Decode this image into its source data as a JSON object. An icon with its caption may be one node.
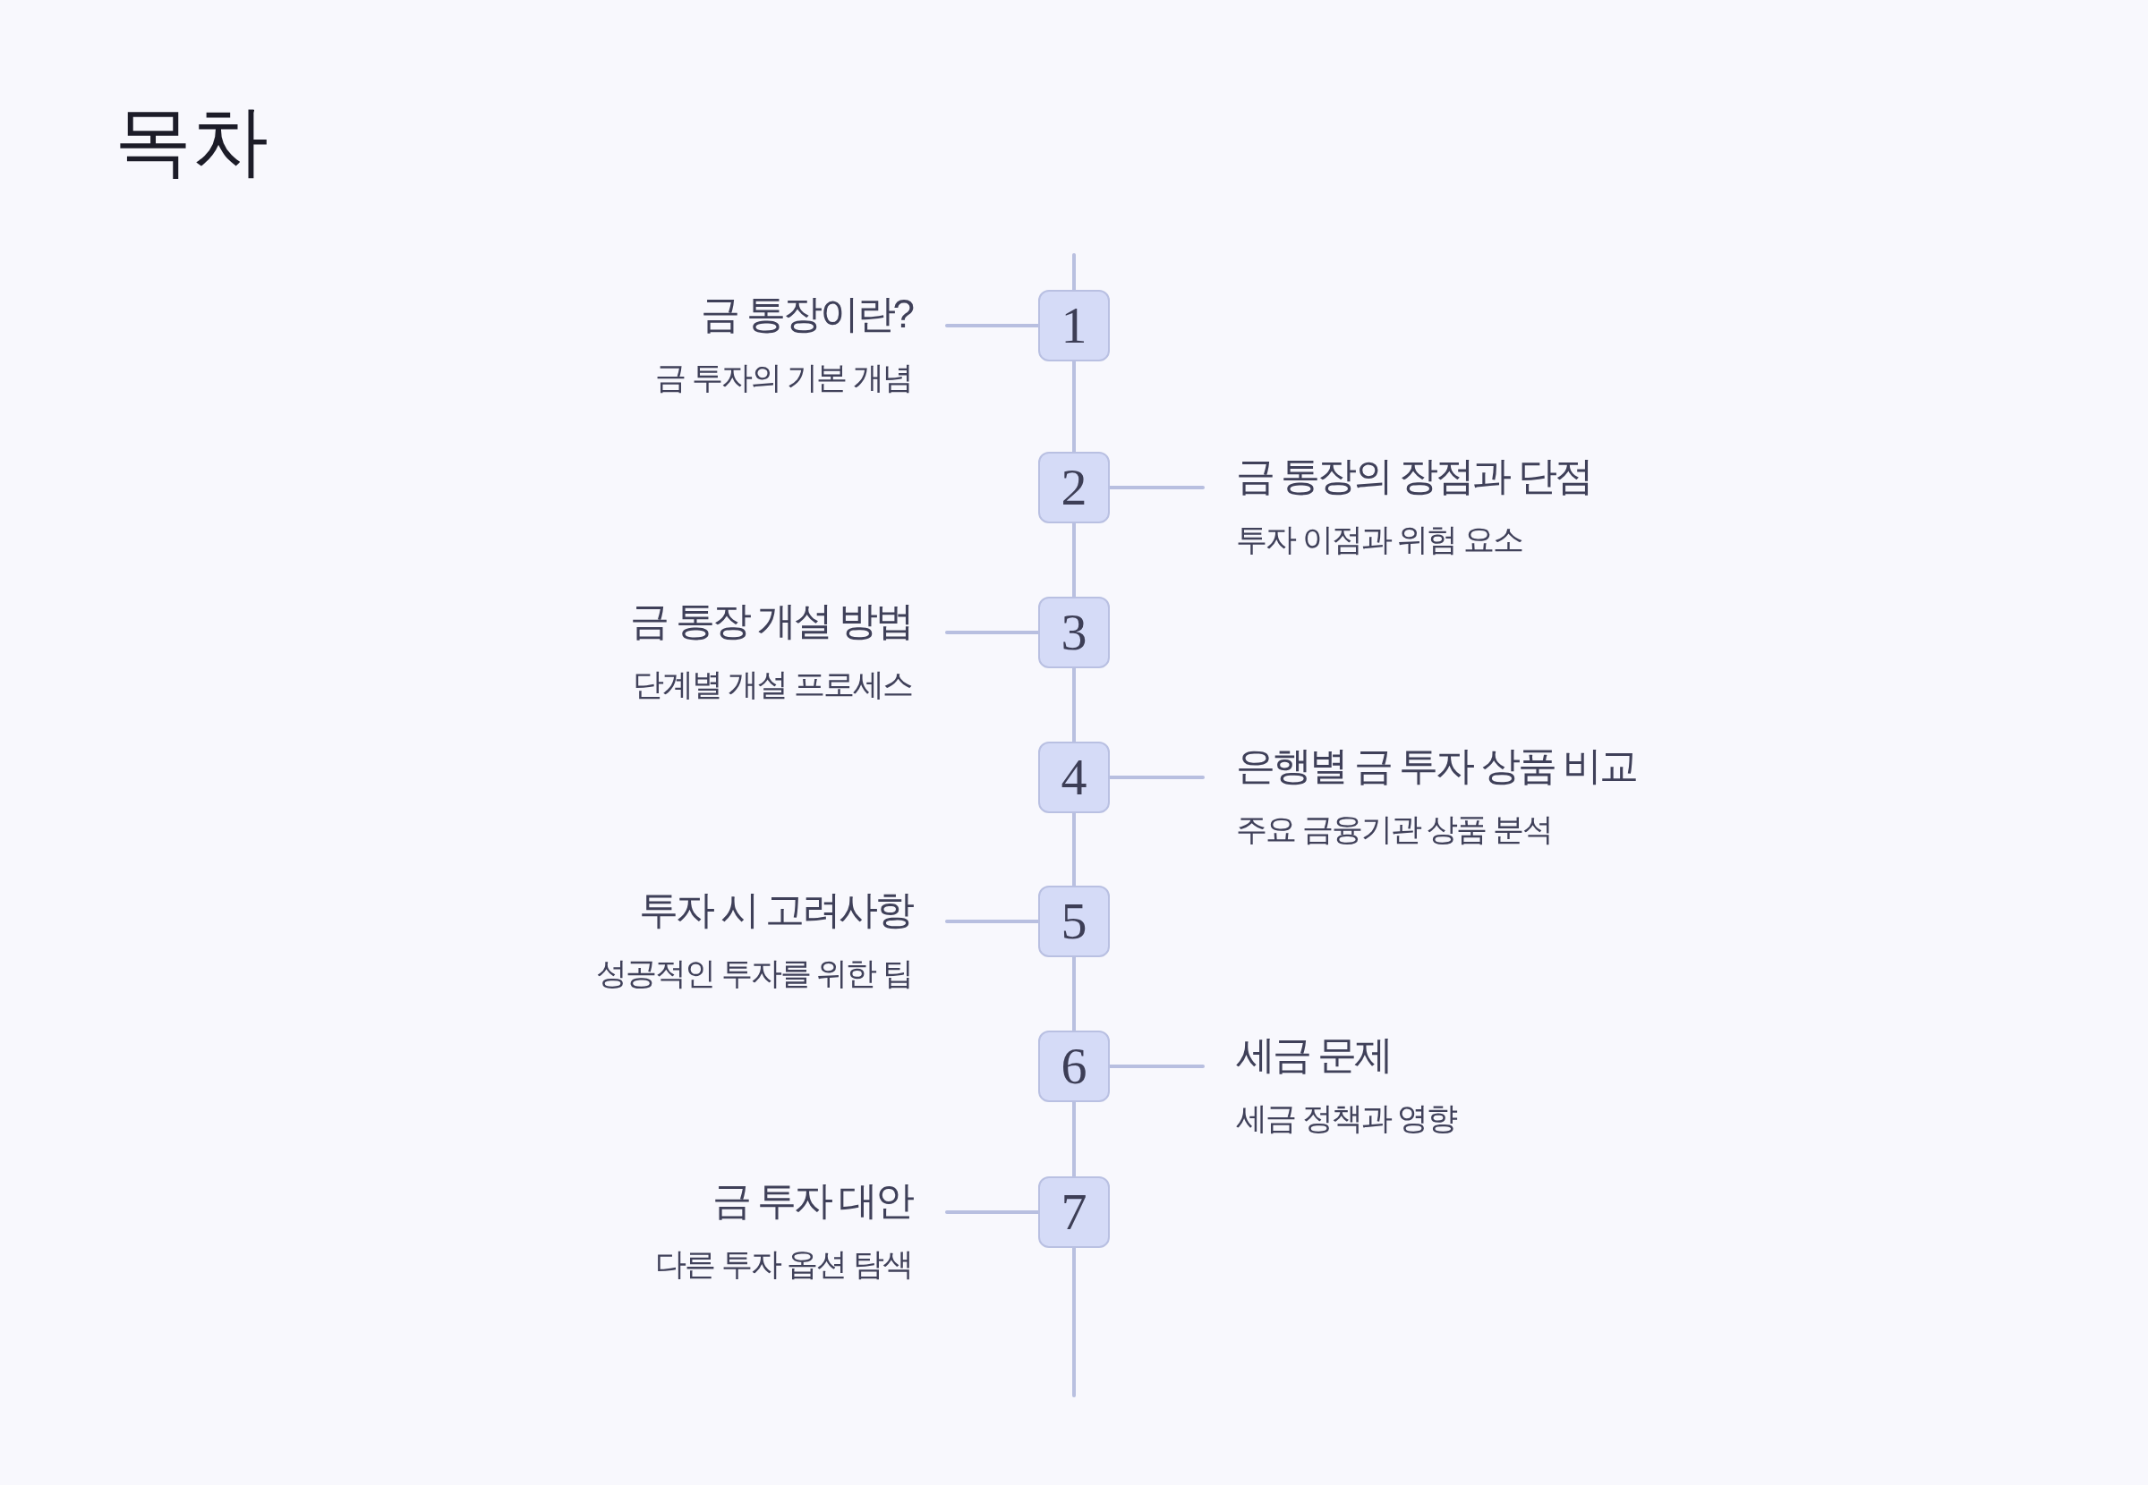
{
  "diagram": {
    "title": "목차",
    "nodes": [
      {
        "text": [
          "금 통장이란?",
          "금 투자의 기본 개념"
        ]
      },
      {
        "text": [
          "1"
        ]
      },
      {
        "text": [
          "2"
        ]
      },
      {
        "text": [
          "금 통장의 장점과 단점",
          "투자 이점과 위험 요소"
        ]
      },
      {
        "text": [
          "금 통장 개설 방법",
          "단계별 개설 프로세스"
        ]
      },
      {
        "text": [
          "3"
        ]
      },
      {
        "text": [
          "4"
        ]
      },
      {
        "text": [
          "은행별 금 투자 상품 비교",
          "주요 금융기관 상품 분석"
        ]
      },
      {
        "text": [
          "투자 시 고려사항",
          "성공적인 투자를 위한 팁"
        ]
      },
      {
        "text": [
          "5"
        ]
      },
      {
        "text": [
          "6"
        ]
      },
      {
        "text": [
          "세금 문제",
          "세금 정책과 영향"
        ]
      },
      {
        "text": [
          "금 투자 대안",
          "다른 투자 옵션 탐색"
        ]
      },
      {
        "text": [
          "7"
        ]
      }
    ],
    "edges": [
      {
        "from": 1,
        "to": 0,
        "arrow": "none"
      },
      {
        "from": 2,
        "to": 3,
        "arrow": "none"
      },
      {
        "from": 5,
        "to": 4,
        "arrow": "none"
      },
      {
        "from": 6,
        "to": 7,
        "arrow": "none"
      },
      {
        "from": 9,
        "to": 8,
        "arrow": "none"
      },
      {
        "from": 10,
        "to": 11,
        "arrow": "none"
      },
      {
        "from": 13,
        "to": 12,
        "arrow": "none"
      }
    ]
  }
}
